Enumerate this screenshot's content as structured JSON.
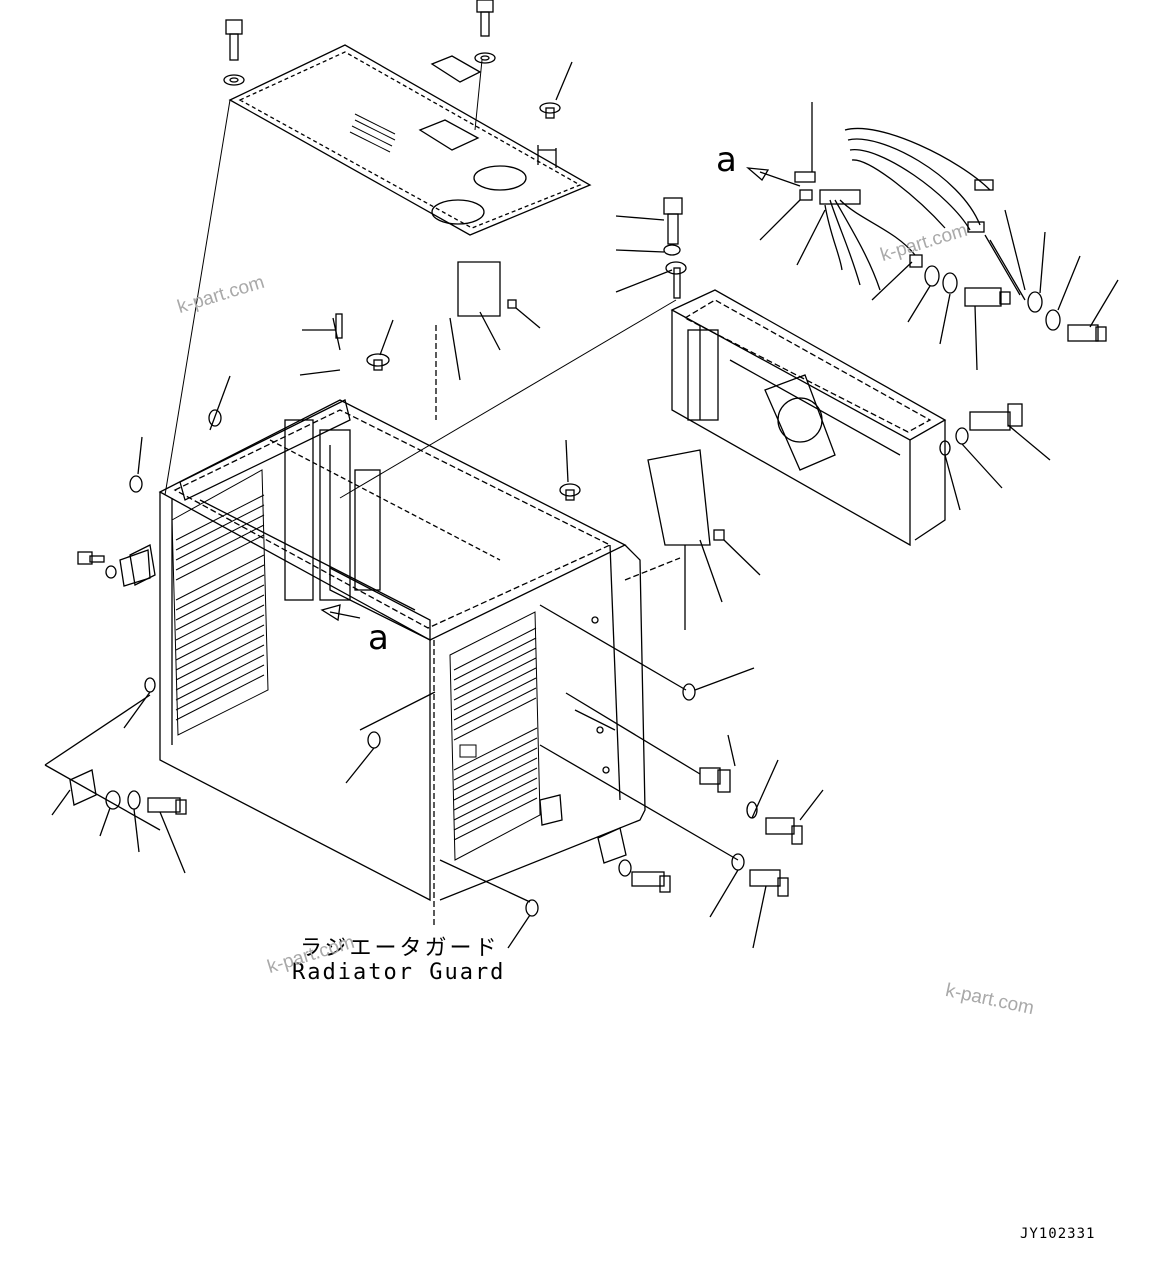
{
  "labels": {
    "assembly_jp": "ラジエータガード",
    "assembly_en": "Radiator Guard",
    "drawing_code": "JY102331",
    "view_ref_top": "a",
    "view_ref_center": "a"
  },
  "watermarks": [
    "k-part.com",
    "k-part.com",
    "k-part.com",
    "k-part.com"
  ],
  "colors": {
    "line": "#000000",
    "watermark": "#a9a9a9",
    "background": "#ffffff"
  }
}
